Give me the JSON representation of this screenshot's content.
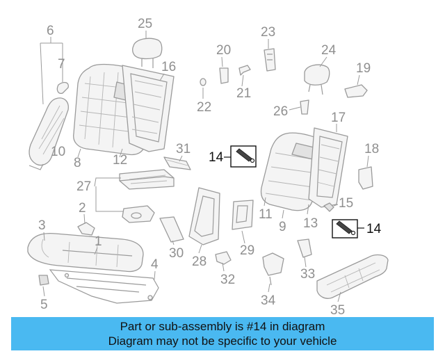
{
  "diagram": {
    "labels": [
      "1",
      "2",
      "3",
      "4",
      "5",
      "6",
      "7",
      "8",
      "9",
      "10",
      "11",
      "12",
      "13",
      "14",
      "15",
      "16",
      "17",
      "18",
      "19",
      "20",
      "21",
      "22",
      "23",
      "24",
      "25",
      "26",
      "27",
      "28",
      "29",
      "30",
      "31",
      "32",
      "33",
      "34",
      "35"
    ],
    "highlight_label": "14"
  },
  "banner": {
    "line1": "Part or sub-assembly is #14 in diagram",
    "line2": "Diagram may not be specific to your vehicle",
    "background": "#4ab9f1"
  }
}
